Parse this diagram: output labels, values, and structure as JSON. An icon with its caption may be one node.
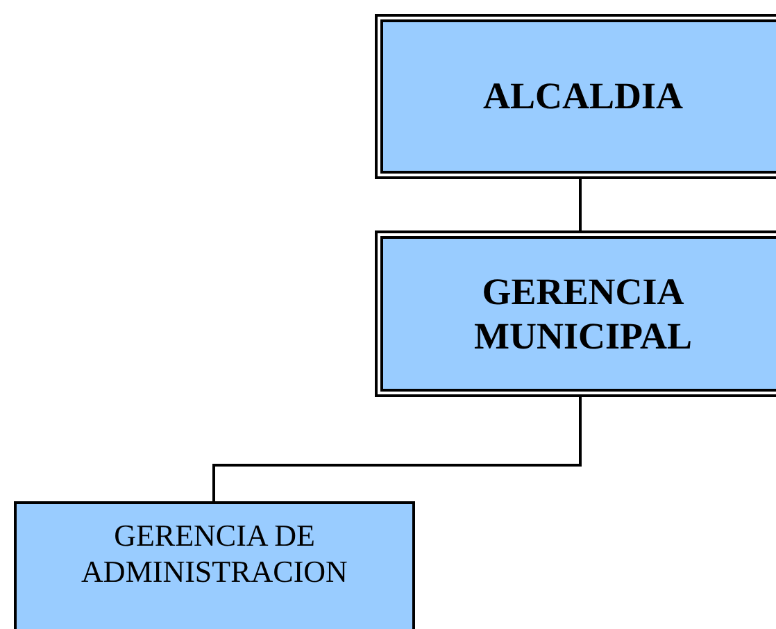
{
  "diagram": {
    "nodes": [
      {
        "text": [
          "ALCALDIA"
        ]
      },
      {
        "text": [
          "GERENCIA MUNICIPAL"
        ]
      },
      {
        "text": [
          "GERENCIA DE ADMINISTRACION"
        ]
      }
    ],
    "edges": [
      {
        "from": 0,
        "to": 1,
        "arrow": "none"
      },
      {
        "from": 1,
        "to": 2,
        "arrow": "none"
      }
    ]
  }
}
